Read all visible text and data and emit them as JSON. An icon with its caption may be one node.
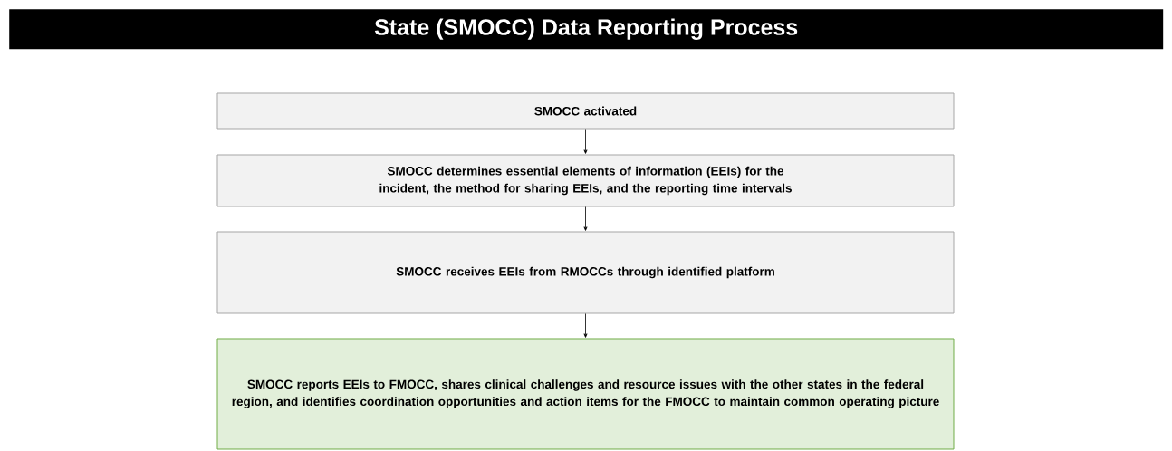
{
  "diagram": {
    "title": "State (SMOCC) Data Reporting Process",
    "nodes": [
      {
        "text": [
          "SMOCC activated"
        ]
      },
      {
        "text": [
          "SMOCC determines essential elements of information (EEIs) for the incident, the method for sharing EEIs, and the reporting time intervals"
        ]
      },
      {
        "text": [
          "SMOCC receives EEIs from RMOCCs through identified platform"
        ]
      },
      {
        "text": [
          "SMOCC reports EEIs to FMOCC, shares clinical challenges and resource issues with the other states in the federal region, and identifies coordination opportunities and action items for the FMOCC to maintain common operating picture"
        ]
      }
    ],
    "edges": [
      {
        "from": 0,
        "to": 1,
        "arrow": "to"
      },
      {
        "from": 1,
        "to": 2,
        "arrow": "to"
      },
      {
        "from": 2,
        "to": 3,
        "arrow": "to"
      }
    ]
  }
}
